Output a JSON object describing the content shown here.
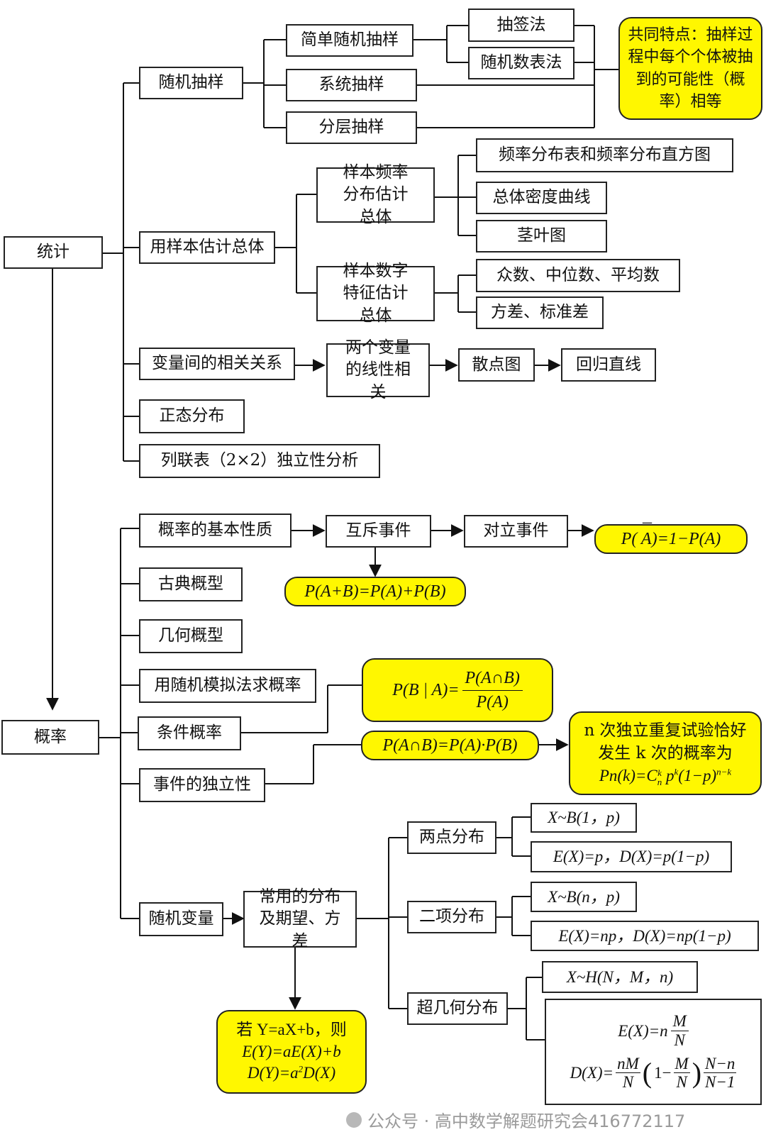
{
  "stats": {
    "root": "统计",
    "sampling": {
      "label": "随机抽样",
      "simple": "简单随机抽样",
      "lottery": "抽签法",
      "random_table": "随机数表法",
      "systematic": "系统抽样",
      "stratified": "分层抽样",
      "common_feature": "共同特点：抽样过程中每个个体被抽到的可能性（概率）相等"
    },
    "estimate": {
      "label": "用样本估计总体",
      "freq": "样本频率分布估计总体",
      "freq_items": [
        "频率分布表和频率分布直方图",
        "总体密度曲线",
        "茎叶图"
      ],
      "numeric": "样本数字特征估计总体",
      "numeric_items": [
        "众数、中位数、平均数",
        "方差、标准差"
      ]
    },
    "correlation": {
      "label": "变量间的相关关系",
      "linear": "两个变量的线性相关",
      "scatter": "散点图",
      "regression": "回归直线"
    },
    "normal": "正态分布",
    "contingency": "列联表（2×2）独立性分析"
  },
  "prob": {
    "root": "概率",
    "basic": "概率的基本性质",
    "exclusive": "互斥事件",
    "opposite": "对立事件",
    "complement_formula": "P( A)=1−P(A)",
    "complement_bar": "¯",
    "sum_formula": "P(A+B)=P(A)+P(B)",
    "classical": "古典概型",
    "geometric": "几何概型",
    "simulation": "用随机模拟法求概率",
    "conditional": "条件概率",
    "cond_lhs": "P(B | A)=",
    "cond_num": "P(A∩B)",
    "cond_den": "P(A)",
    "independence": "事件的独立性",
    "indep_formula": "P(A∩B)=P(A)·P(B)",
    "bernoulli": {
      "line1": "n 次独立重复试验恰好",
      "line2": "发生 k 次的概率为",
      "lhs": "Pn(k)=C",
      "sup_k": "k",
      "sub_n": "n",
      "p": " p",
      "pk": "k",
      "rest": "(1−p)",
      "exp": "n−k"
    },
    "random_var": "随机变量",
    "distributions": "常用的分布及期望、方差",
    "linear": {
      "line1": "若 Y=aX+b，则",
      "line2": "E(Y)=aE(X)+b",
      "line3": "D(Y)=a",
      "sq": "2",
      "line3b": "D(X)"
    },
    "two_point": "两点分布",
    "two_point_law": "X~B(1，p)",
    "two_point_moments": "E(X)=p，D(X)=p(1−p)",
    "binomial": "二项分布",
    "binomial_law": "X~B(n，p)",
    "binomial_moments": "E(X)=np，D(X)=np(1−p)",
    "hyper": "超几何分布",
    "hyper_law": "X~H(N，M，n)",
    "hyper_e": "E(X)=n",
    "hyper_e_frac": [
      "M",
      "N"
    ],
    "hyper_d": "D(X)=",
    "hyper_d_a": [
      "nM",
      "N"
    ],
    "hyper_d_b": [
      "M",
      "N"
    ],
    "hyper_d_c": [
      "N−n",
      "N−1"
    ]
  },
  "watermark": "公众号 · 高中数学解题研究会416772117"
}
